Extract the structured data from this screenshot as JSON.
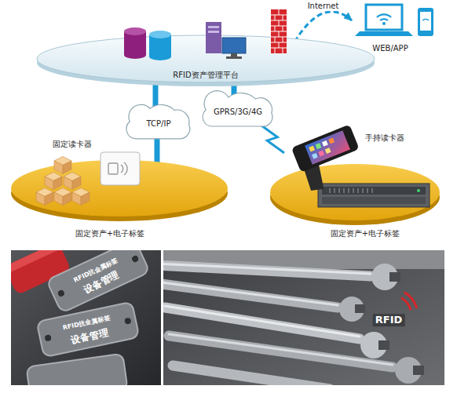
{
  "diagram": {
    "nodes": [
      {
        "text": [
          "RFID资产管理平台"
        ]
      },
      {
        "text": [
          "TCP/IP"
        ]
      },
      {
        "text": [
          "GPRS/3G/4G"
        ]
      },
      {
        "text": [
          "固定读卡器",
          "固定资产+电子标签"
        ]
      },
      {
        "text": [
          "手持读卡器",
          "固定资产+电子标签"
        ]
      },
      {
        "text": [
          "WEB/APP"
        ]
      }
    ],
    "edges": [
      {
        "from": 0,
        "to": 1,
        "arrow": "none"
      },
      {
        "from": 1,
        "to": 3,
        "arrow": "none"
      },
      {
        "from": 0,
        "to": 2,
        "arrow": "none"
      },
      {
        "from": 2,
        "to": 4,
        "arrow": "none"
      },
      {
        "from": 0,
        "to": 5,
        "label": "Internet",
        "arrow": "to"
      }
    ],
    "labels": [
      "RFID抗金属标签",
      "设备管理",
      "RFID抗金属标签",
      "设备管理",
      "RFID"
    ]
  }
}
